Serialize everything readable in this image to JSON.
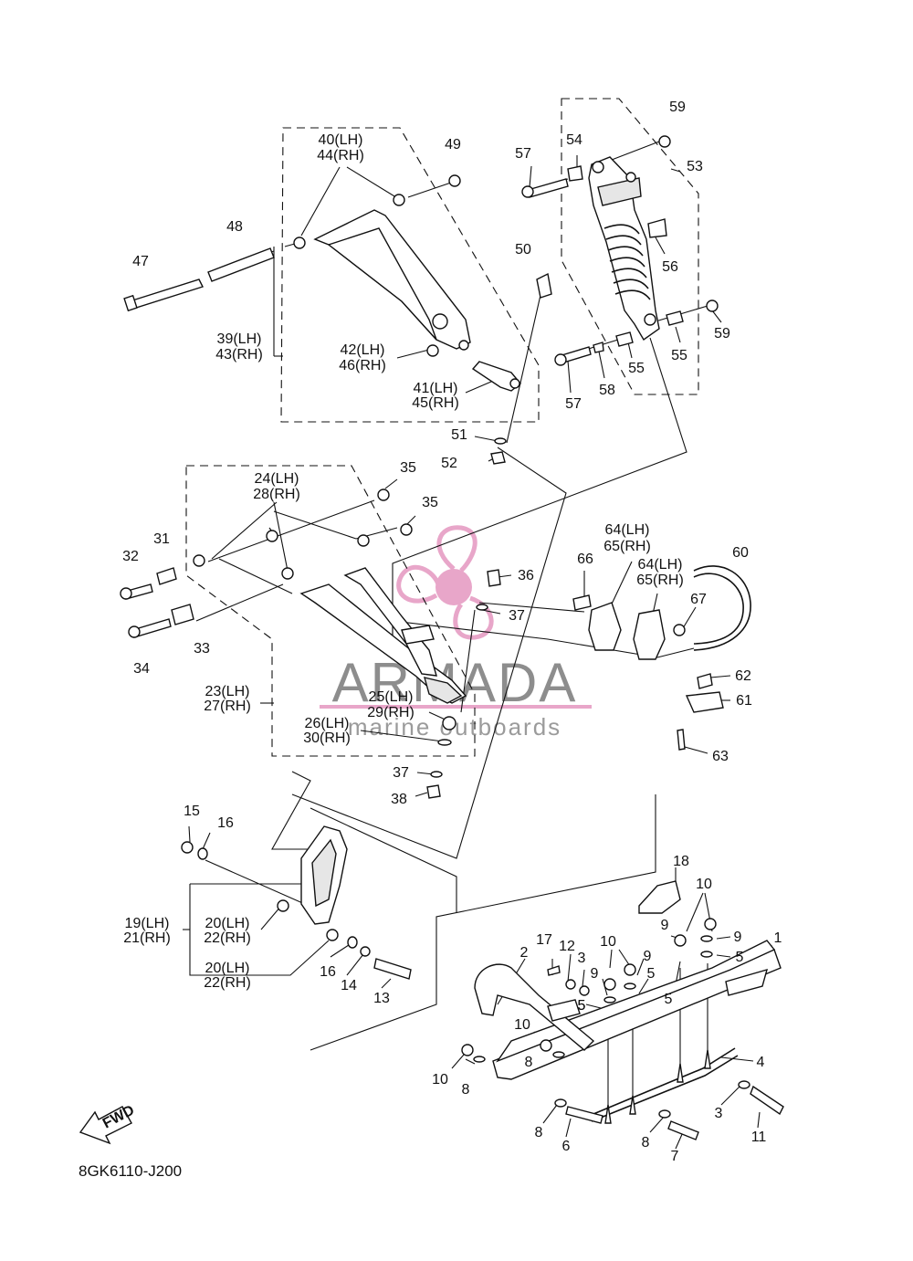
{
  "diagram": {
    "code": "8GK6110-J200",
    "fwd_label": "FWD",
    "watermark": {
      "brand": "ARMADA",
      "tagline": "marine outboards",
      "color": "#e8a6c9"
    },
    "labels": [
      {
        "id": "1",
        "text": "1"
      },
      {
        "id": "2",
        "text": "2"
      },
      {
        "id": "3a",
        "text": "3"
      },
      {
        "id": "3b",
        "text": "3"
      },
      {
        "id": "4",
        "text": "4"
      },
      {
        "id": "5a",
        "text": "5"
      },
      {
        "id": "5b",
        "text": "5"
      },
      {
        "id": "5c",
        "text": "5"
      },
      {
        "id": "5d",
        "text": "5"
      },
      {
        "id": "5e",
        "text": "5"
      },
      {
        "id": "6",
        "text": "6"
      },
      {
        "id": "7",
        "text": "7"
      },
      {
        "id": "8a",
        "text": "8"
      },
      {
        "id": "8b",
        "text": "8"
      },
      {
        "id": "8c",
        "text": "8"
      },
      {
        "id": "8d",
        "text": "8"
      },
      {
        "id": "9a",
        "text": "9"
      },
      {
        "id": "9b",
        "text": "9"
      },
      {
        "id": "9c",
        "text": "9"
      },
      {
        "id": "9d",
        "text": "9"
      },
      {
        "id": "10a",
        "text": "10"
      },
      {
        "id": "10b",
        "text": "10"
      },
      {
        "id": "10c",
        "text": "10"
      },
      {
        "id": "10d",
        "text": "10"
      },
      {
        "id": "11",
        "text": "11"
      },
      {
        "id": "12",
        "text": "12"
      },
      {
        "id": "13",
        "text": "13"
      },
      {
        "id": "14",
        "text": "14"
      },
      {
        "id": "15",
        "text": "15"
      },
      {
        "id": "16a",
        "text": "16"
      },
      {
        "id": "16b",
        "text": "16"
      },
      {
        "id": "17",
        "text": "17"
      },
      {
        "id": "18",
        "text": "18"
      },
      {
        "id": "19",
        "text": "19(LH)"
      },
      {
        "id": "21",
        "text": "21(RH)"
      },
      {
        "id": "20a",
        "text": "20(LH)"
      },
      {
        "id": "22a",
        "text": "22(RH)"
      },
      {
        "id": "20b",
        "text": "20(LH)"
      },
      {
        "id": "22b",
        "text": "22(RH)"
      },
      {
        "id": "23",
        "text": "23(LH)"
      },
      {
        "id": "27",
        "text": "27(RH)"
      },
      {
        "id": "24",
        "text": "24(LH)"
      },
      {
        "id": "28",
        "text": "28(RH)"
      },
      {
        "id": "25",
        "text": "25(LH)"
      },
      {
        "id": "29",
        "text": "29(RH)"
      },
      {
        "id": "26",
        "text": "26(LH)"
      },
      {
        "id": "30",
        "text": "30(RH)"
      },
      {
        "id": "31",
        "text": "31"
      },
      {
        "id": "32",
        "text": "32"
      },
      {
        "id": "33",
        "text": "33"
      },
      {
        "id": "34",
        "text": "34"
      },
      {
        "id": "35a",
        "text": "35"
      },
      {
        "id": "35b",
        "text": "35"
      },
      {
        "id": "36",
        "text": "36"
      },
      {
        "id": "37a",
        "text": "37"
      },
      {
        "id": "37b",
        "text": "37"
      },
      {
        "id": "38",
        "text": "38"
      },
      {
        "id": "39",
        "text": "39(LH)"
      },
      {
        "id": "43",
        "text": "43(RH)"
      },
      {
        "id": "40",
        "text": "40(LH)"
      },
      {
        "id": "44",
        "text": "44(RH)"
      },
      {
        "id": "41",
        "text": "41(LH)"
      },
      {
        "id": "45",
        "text": "45(RH)"
      },
      {
        "id": "42",
        "text": "42(LH)"
      },
      {
        "id": "46",
        "text": "46(RH)"
      },
      {
        "id": "47",
        "text": "47"
      },
      {
        "id": "48",
        "text": "48"
      },
      {
        "id": "49",
        "text": "49"
      },
      {
        "id": "50",
        "text": "50"
      },
      {
        "id": "51",
        "text": "51"
      },
      {
        "id": "52",
        "text": "52"
      },
      {
        "id": "53",
        "text": "53"
      },
      {
        "id": "54",
        "text": "54"
      },
      {
        "id": "55a",
        "text": "55"
      },
      {
        "id": "55b",
        "text": "55"
      },
      {
        "id": "56",
        "text": "56"
      },
      {
        "id": "57a",
        "text": "57"
      },
      {
        "id": "57b",
        "text": "57"
      },
      {
        "id": "58",
        "text": "58"
      },
      {
        "id": "59a",
        "text": "59"
      },
      {
        "id": "59b",
        "text": "59"
      },
      {
        "id": "60",
        "text": "60"
      },
      {
        "id": "61",
        "text": "61"
      },
      {
        "id": "62",
        "text": "62"
      },
      {
        "id": "63",
        "text": "63"
      },
      {
        "id": "64a",
        "text": "64(LH)"
      },
      {
        "id": "65a",
        "text": "65(RH)"
      },
      {
        "id": "64b",
        "text": "64(LH)"
      },
      {
        "id": "65b",
        "text": "65(RH)"
      },
      {
        "id": "66",
        "text": "66"
      },
      {
        "id": "67",
        "text": "67"
      }
    ]
  }
}
